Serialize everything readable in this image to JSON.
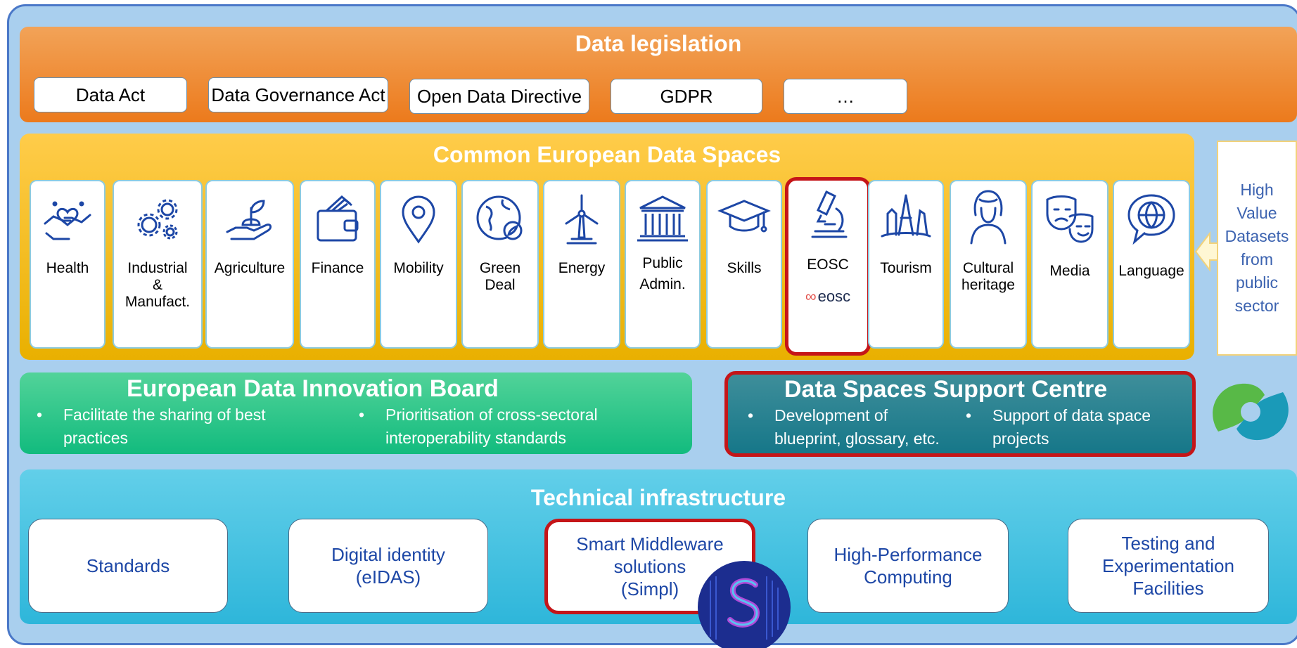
{
  "legislation": {
    "title": "Data legislation",
    "items": [
      "Data Act",
      "Data Governance Act",
      "Open Data Directive",
      "GDPR",
      "…"
    ]
  },
  "data_spaces": {
    "title": "Common European Data Spaces",
    "tiles": [
      {
        "label": "Health",
        "icon": "heart-hands-icon"
      },
      {
        "label": "Industrial\n&\nManufact.",
        "icon": "gears-icon"
      },
      {
        "label": "Agriculture",
        "icon": "plant-hand-icon"
      },
      {
        "label": "Finance",
        "icon": "wallet-icon"
      },
      {
        "label": "Mobility",
        "icon": "location-pin-icon"
      },
      {
        "label": "Green\nDeal",
        "icon": "green-globe-icon"
      },
      {
        "label": "Energy",
        "icon": "wind-turbine-icon"
      },
      {
        "label": "Public\nAdmin.",
        "icon": "public-building-icon"
      },
      {
        "label": "Skills",
        "icon": "graduation-cap-icon"
      },
      {
        "label": "EOSC",
        "icon": "microscope-icon",
        "logo_text": "eosc",
        "highlighted": true
      },
      {
        "label": "Tourism",
        "icon": "landmarks-icon"
      },
      {
        "label": "Cultural\nheritage",
        "icon": "portrait-icon"
      },
      {
        "label": "Media",
        "icon": "theater-masks-icon"
      },
      {
        "label": "Language",
        "icon": "speech-globe-icon"
      }
    ],
    "hvd_text": "High\nValue\nDatasets\nfrom\npublic\nsector"
  },
  "edib": {
    "title": "European Data Innovation Board",
    "bullets": [
      "Facilitate the sharing of best\npractices",
      "Prioritisation of cross-sectoral\ninteroperability standards"
    ]
  },
  "dssc": {
    "title": "Data Spaces Support Centre",
    "bullets": [
      "Development of\nblueprint, glossary, etc.",
      "Support of data space\nprojects"
    ]
  },
  "tech": {
    "title": "Technical infrastructure",
    "items": [
      "Standards",
      "Digital identity\n(eIDAS)",
      "Smart Middleware\nsolutions\n(Simpl)",
      "High-Performance\nComputing",
      "Testing and\nExperimentation\nFacilities"
    ]
  },
  "colors": {
    "legislation": "#ec7a1c",
    "data_spaces": "#f5bd14",
    "edib": "#12bb7e",
    "dssc": "#167789",
    "tech": "#2eb6da",
    "highlight": "#c51518",
    "icon_blue": "#1d47a6"
  }
}
